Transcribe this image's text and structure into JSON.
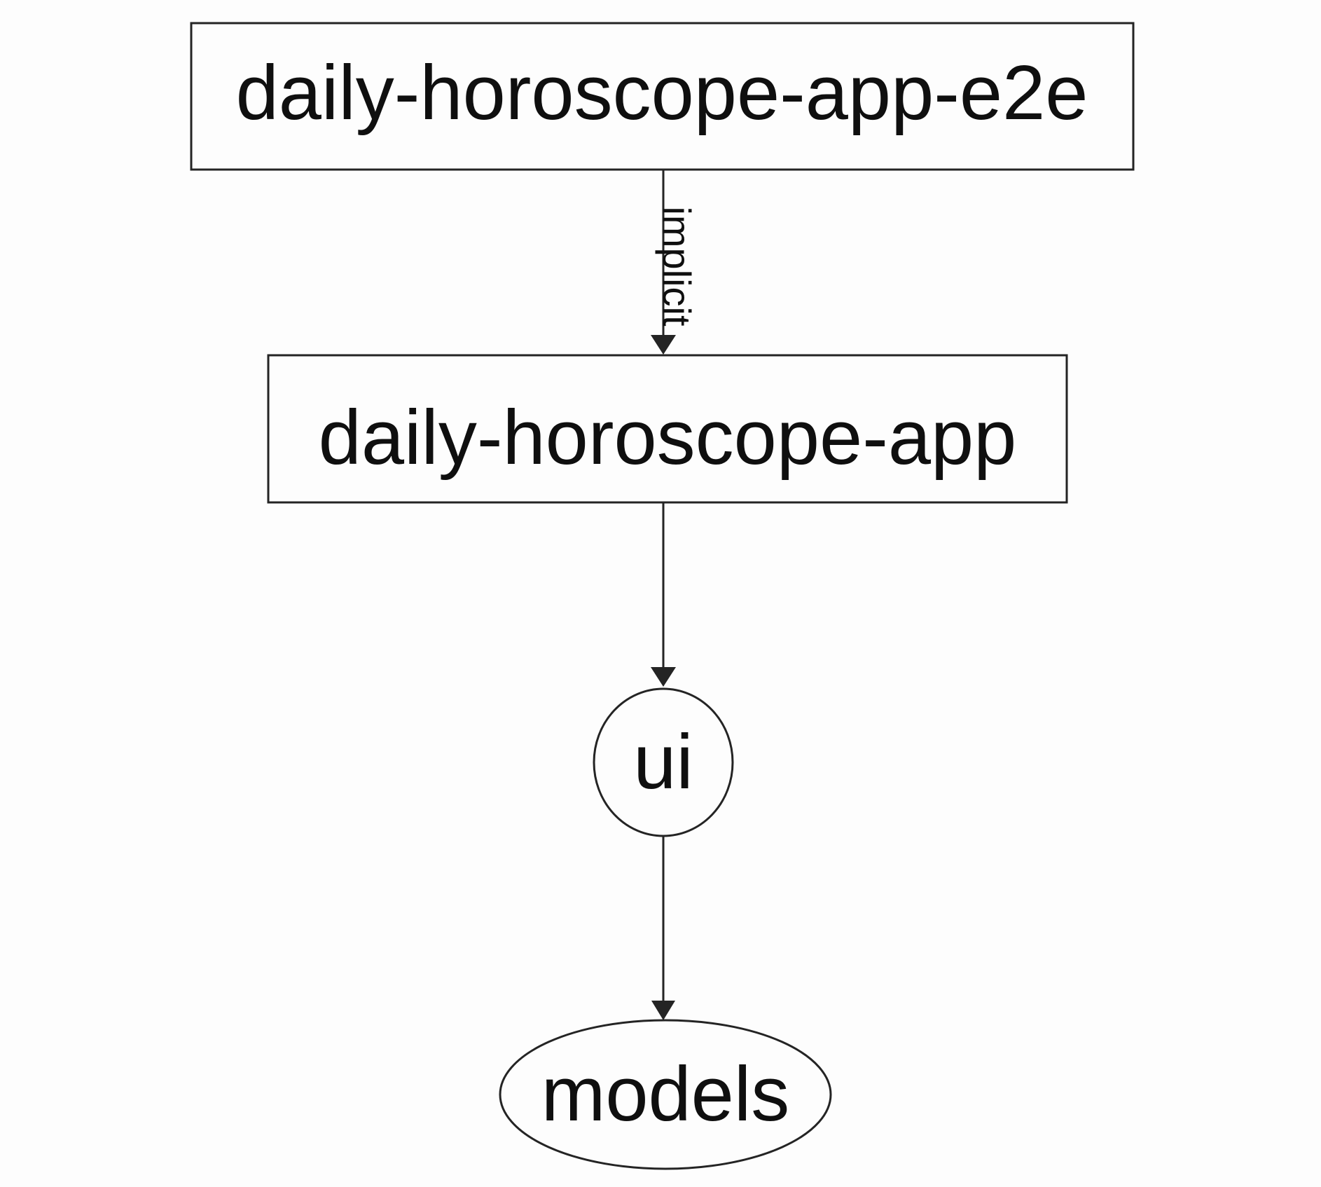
{
  "graph": {
    "background_color": "#fdfdfd",
    "stroke_color": "#242424",
    "text_color": "#0f0f0f",
    "nodes": [
      {
        "id": "daily-horoscope-app-e2e",
        "label": "daily-horoscope-app-e2e",
        "shape": "rectangle"
      },
      {
        "id": "daily-horoscope-app",
        "label": "daily-horoscope-app",
        "shape": "rectangle"
      },
      {
        "id": "ui",
        "label": "ui",
        "shape": "ellipse"
      },
      {
        "id": "models",
        "label": "models",
        "shape": "ellipse"
      }
    ],
    "edges": [
      {
        "source": "daily-horoscope-app-e2e",
        "target": "daily-horoscope-app",
        "label": "implicit"
      },
      {
        "source": "daily-horoscope-app",
        "target": "ui",
        "label": ""
      },
      {
        "source": "ui",
        "target": "models",
        "label": ""
      }
    ]
  }
}
